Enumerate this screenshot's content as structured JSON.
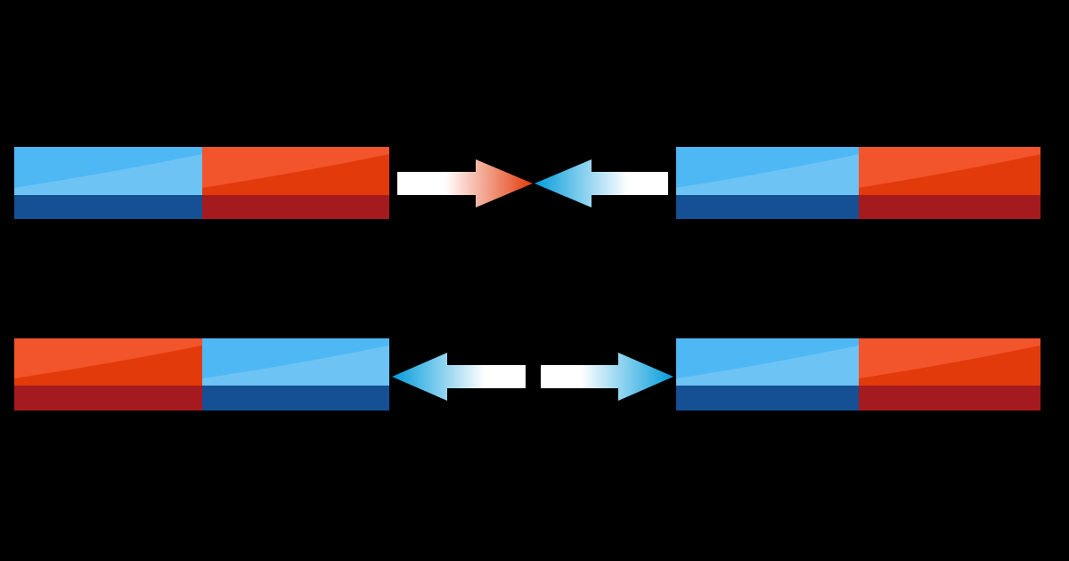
{
  "diagram": {
    "background": "#000000",
    "colors": {
      "blue_top": "#6EC3F5",
      "blue_top_bright": "#35AEF2",
      "blue_side": "#154F94",
      "red_top": "#E23A0A",
      "red_top_light": "#FF6A48",
      "red_side": "#A51A1F",
      "arrow_red": "#E23A0A",
      "arrow_blue": "#039CDB",
      "arrow_fade": "#FFFFFF"
    },
    "rows": [
      {
        "id": "attract",
        "magnets": [
          {
            "id": "magnet-top-left",
            "left_pole": "blue",
            "right_pole": "red"
          },
          {
            "id": "magnet-top-right",
            "left_pole": "blue",
            "right_pole": "red"
          }
        ],
        "arrows": [
          {
            "id": "arrow-top-left",
            "direction": "right",
            "color": "red"
          },
          {
            "id": "arrow-top-right",
            "direction": "left",
            "color": "blue"
          }
        ]
      },
      {
        "id": "repel",
        "magnets": [
          {
            "id": "magnet-bottom-left",
            "left_pole": "red",
            "right_pole": "blue"
          },
          {
            "id": "magnet-bottom-right",
            "left_pole": "blue",
            "right_pole": "red"
          }
        ],
        "arrows": [
          {
            "id": "arrow-bottom-left",
            "direction": "left",
            "color": "blue"
          },
          {
            "id": "arrow-bottom-right",
            "direction": "right",
            "color": "blue"
          }
        ]
      }
    ]
  }
}
